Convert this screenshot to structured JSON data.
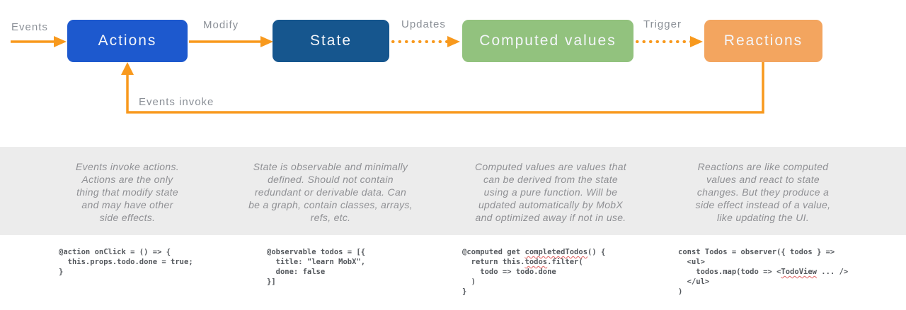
{
  "diagram": {
    "arrow_color": "#f8991d",
    "flow_labels": {
      "events": "Events",
      "modify": "Modify",
      "updates": "Updates",
      "trigger": "Trigger",
      "events_invoke": "Events invoke"
    },
    "boxes": [
      {
        "id": "actions",
        "label": "Actions",
        "color": "#1d59ce"
      },
      {
        "id": "state",
        "label": "State",
        "color": "#16568e"
      },
      {
        "id": "computed-values",
        "label": "Computed values",
        "color": "#92c27e"
      },
      {
        "id": "reactions",
        "label": "Reactions",
        "color": "#f3a55f"
      }
    ]
  },
  "descriptions": [
    {
      "for": "actions",
      "text": "Events invoke actions.\nActions are the only\nthing that modify state\nand may have other\nside effects."
    },
    {
      "for": "state",
      "text": "State is observable and minimally\ndefined. Should not contain\nredundant or derivable data. Can\nbe a graph, contain classes, arrays,\nrefs, etc."
    },
    {
      "for": "computed-values",
      "text": "Computed values are values that\ncan be derived from the state\nusing a pure function. Will be\nupdated automatically by MobX\nand optimized away if not in use."
    },
    {
      "for": "reactions",
      "text": "Reactions are like computed\nvalues and react to state\nchanges. But they produce a\nside effect instead of a value,\nlike updating the UI."
    }
  ],
  "code_blocks": [
    {
      "for": "actions",
      "lines": [
        [
          {
            "t": "@action onClick = () => {"
          }
        ],
        [
          {
            "t": "  this.props.todo.done = true;"
          }
        ],
        [
          {
            "t": "}"
          }
        ]
      ]
    },
    {
      "for": "state",
      "lines": [
        [
          {
            "t": "@observable todos = [{"
          }
        ],
        [
          {
            "t": "  title: \"learn MobX\","
          }
        ],
        [
          {
            "t": "  done: false"
          }
        ],
        [
          {
            "t": "}]"
          }
        ]
      ]
    },
    {
      "for": "computed-values",
      "lines": [
        [
          {
            "t": "@computed get "
          },
          {
            "t": "completedTodos",
            "misspelled": true
          },
          {
            "t": "() {"
          }
        ],
        [
          {
            "t": "  return this."
          },
          {
            "t": "todos",
            "misspelled": true
          },
          {
            "t": ".filter("
          }
        ],
        [
          {
            "t": "    todo => todo.done"
          }
        ],
        [
          {
            "t": "  )"
          }
        ],
        [
          {
            "t": "}"
          }
        ]
      ]
    },
    {
      "for": "reactions",
      "lines": [
        [
          {
            "t": "const Todos = observer({ todos } =>"
          }
        ],
        [
          {
            "t": "  <ul>"
          }
        ],
        [
          {
            "t": "    todos.map(todo => <"
          },
          {
            "t": "TodoView",
            "misspelled": true
          },
          {
            "t": " ... />"
          }
        ],
        [
          {
            "t": "  </ul>"
          }
        ],
        [
          {
            "t": ")"
          }
        ]
      ]
    }
  ]
}
